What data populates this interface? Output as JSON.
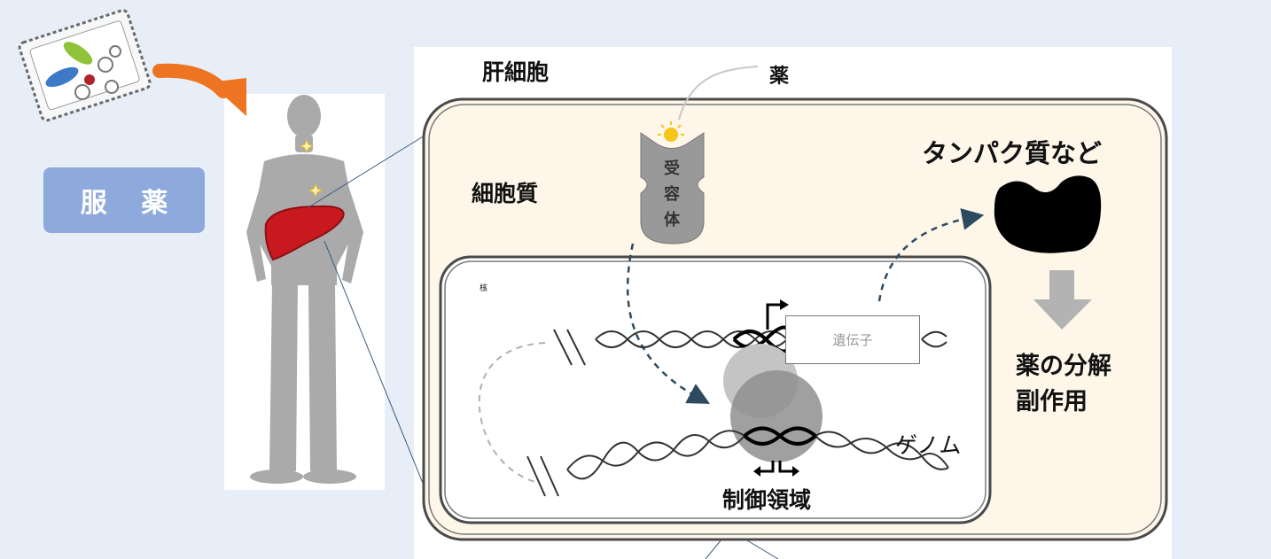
{
  "intake": {
    "label": "服 薬"
  },
  "cell": {
    "hepatocyte_label": "肝細胞",
    "drug_label": "薬",
    "cytoplasm_label": "細胞質",
    "receptor_label": [
      "受",
      "容",
      "体"
    ],
    "protein_label": "タンパク質など",
    "nucleus_label": "核",
    "gene_label": "遺伝子",
    "genome_label": "ゲノム",
    "regulatory_label": "制御領域",
    "effects": [
      "薬の分解",
      "副作用"
    ]
  },
  "colors": {
    "background": "#e8eef7",
    "intake_pill": "#8ea9dc",
    "liver": "#c8191f",
    "cytoplasm": "#fdf6e9",
    "arrow_orange": "#ee7421",
    "arrow_dashed": "#2d4a5e",
    "sun": "#f5c518",
    "silhouette": "#aaaaaa"
  }
}
